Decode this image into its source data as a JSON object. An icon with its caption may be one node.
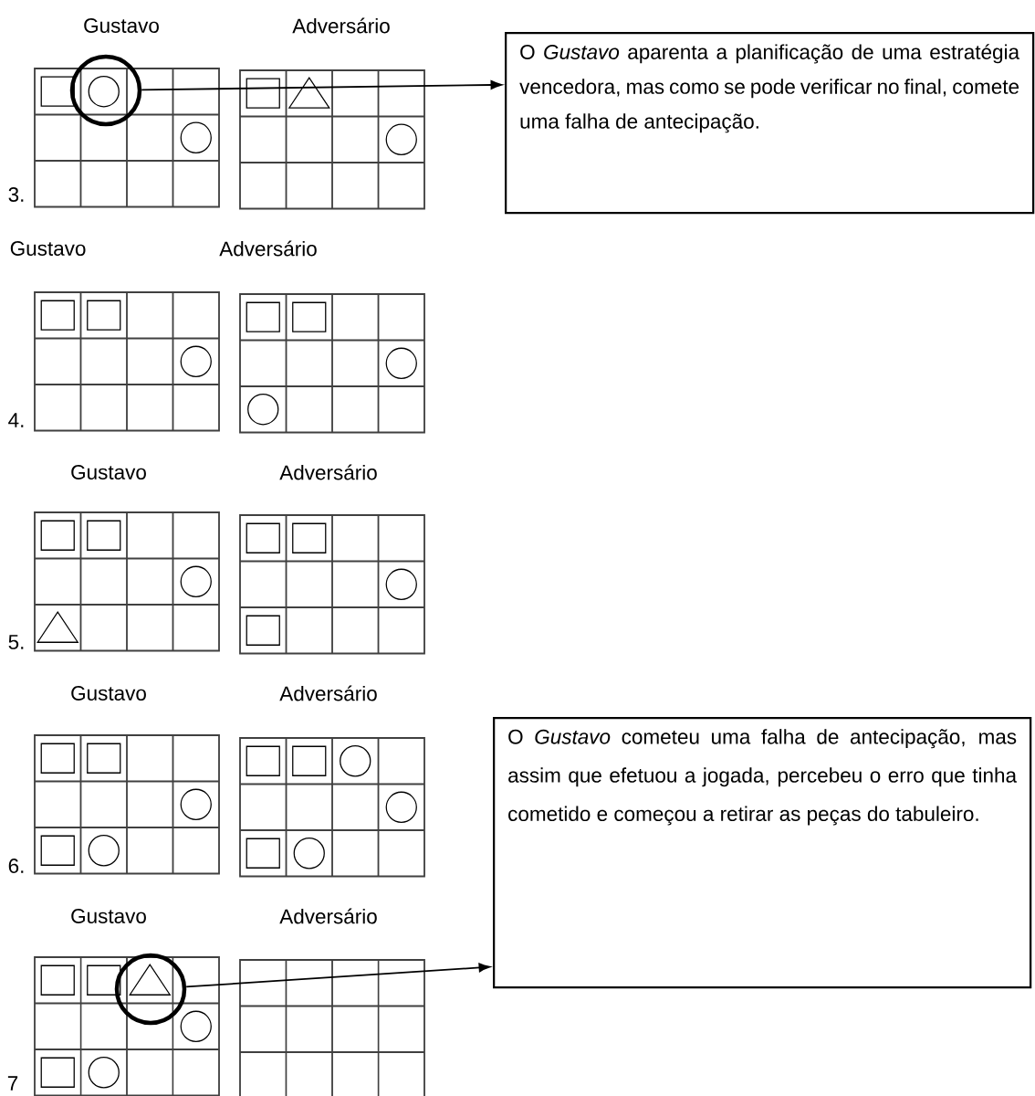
{
  "diagram": {
    "nodes": [
      {
        "text": [],
        "shape": "circle"
      },
      {
        "text": [
          "O *Gustavo* aparenta a planificação de uma estratégia vencedora, mas como se pode verificar no final, comete uma falha de antecipação."
        ]
      },
      {
        "text": [],
        "shape": "circle"
      },
      {
        "text": [
          "O *Gustavo* cometeu uma falha de antecipação, mas assim que efetuou a jogada, percebeu o erro que tinha cometido e começou a retirar as peças do tabuleiro."
        ]
      }
    ],
    "edges": [
      {
        "from": 0,
        "to": 1,
        "arrow": "to"
      },
      {
        "from": 2,
        "to": 3,
        "arrow": "to"
      }
    ],
    "labels": [
      "Gustavo",
      "Adversário",
      "3.",
      "Gustavo",
      "Adversário",
      "4.",
      "Gustavo",
      "Adversário",
      "5.",
      "Gustavo",
      "Adversário",
      "6.",
      "Gustavo",
      "Adversário",
      "7"
    ]
  }
}
